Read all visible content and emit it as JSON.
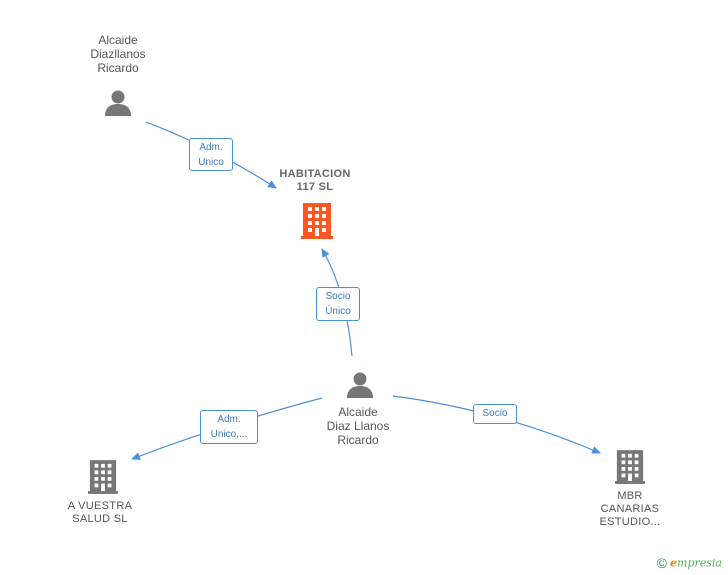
{
  "nodes": {
    "person_top": {
      "lines": [
        "Alcaide",
        "Diazllanos",
        "Ricardo"
      ]
    },
    "company_center": {
      "lines": [
        "HABITACION",
        "117  SL"
      ],
      "color": "#ff5722"
    },
    "person_center": {
      "lines": [
        "Alcaide",
        "Diaz Llanos",
        "Ricardo"
      ]
    },
    "company_left": {
      "lines": [
        "A VUESTRA",
        "SALUD  SL"
      ],
      "color": "#777777"
    },
    "company_right": {
      "lines": [
        "MBR",
        "CANARIAS",
        "ESTUDIO..."
      ],
      "color": "#777777"
    }
  },
  "edges": {
    "top_to_center": {
      "lines": [
        "Adm.",
        "Unico"
      ]
    },
    "person_to_center": {
      "lines": [
        "Socio",
        "Único"
      ]
    },
    "person_to_left": {
      "lines": [
        "Adm.",
        "Unico,..."
      ]
    },
    "person_to_right": {
      "lines": [
        "Socio"
      ]
    }
  },
  "colors": {
    "edge": "#4a90d9",
    "person": "#777777",
    "accent": "#ff5722"
  },
  "footer": {
    "copyright": "©",
    "brand_e": "e",
    "brand_rest": "mpresia"
  }
}
